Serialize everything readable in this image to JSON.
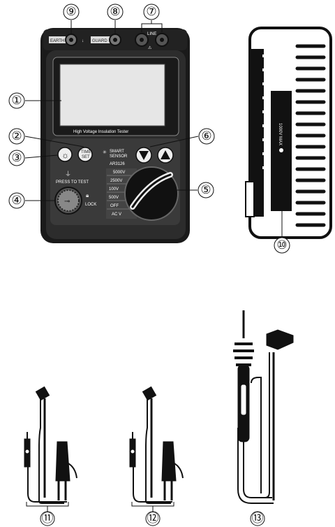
{
  "callouts": [
    "⑨",
    "⑧",
    "⑦",
    "①",
    "②",
    "⑥",
    "③",
    "⑤",
    "④",
    "⑩",
    "⑪",
    "⑫",
    "⑬"
  ],
  "device": {
    "jack_earth": "EARTH",
    "jack_guard": "GUARD",
    "jack_line": "LINE",
    "screen_caption": "High Voltage Insulation Tester",
    "brand_top": "SMART",
    "brand_bottom": "SENSOR",
    "model": "AR3126",
    "time_set_top": "TIME",
    "time_set_bottom": "SET",
    "press_to_test": "PRESS TO TEST",
    "lock": "LOCK",
    "ranges": [
      "5000V",
      "2500V",
      "100V",
      "500V",
      "OFF",
      "AC V"
    ]
  },
  "side": {
    "text": "1000V MAX"
  }
}
